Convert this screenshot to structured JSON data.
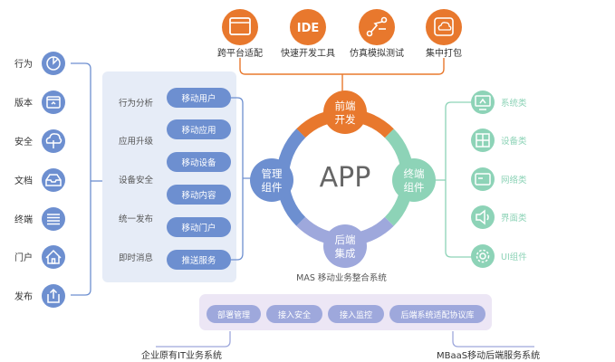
{
  "center": {
    "label": "APP",
    "top": [
      "前端",
      "开发"
    ],
    "right": [
      "终端",
      "组件"
    ],
    "bottom": [
      "后端",
      "集成"
    ],
    "left": [
      "管理",
      "组件"
    ]
  },
  "top_tools": [
    {
      "label": "跨平台适配",
      "icon": "browser-window-icon"
    },
    {
      "label": "快速开发工具",
      "icon": "ide-icon",
      "icon_text": "IDE"
    },
    {
      "label": "仿真模拟测试",
      "icon": "route-test-icon"
    },
    {
      "label": "集中打包",
      "icon": "cloud-package-icon"
    }
  ],
  "left_icons": [
    {
      "label": "行为",
      "icon": "pie-chart-icon"
    },
    {
      "label": "版本",
      "icon": "version-icon"
    },
    {
      "label": "安全",
      "icon": "cloud-shield-icon"
    },
    {
      "label": "文档",
      "icon": "document-tray-icon"
    },
    {
      "label": "终端",
      "icon": "list-icon"
    },
    {
      "label": "门户",
      "icon": "home-icon"
    },
    {
      "label": "发布",
      "icon": "share-icon"
    }
  ],
  "mgmt_labels": [
    "行为分析",
    "应用升级",
    "设备安全",
    "统一发布",
    "即时消息"
  ],
  "mgmt_pills": [
    "移动用户",
    "移动应用",
    "移动设备",
    "移动内容",
    "移动门户",
    "推送服务"
  ],
  "right_icons": [
    {
      "label": "系统类",
      "icon": "monitor-icon"
    },
    {
      "label": "设备类",
      "icon": "grid-icon"
    },
    {
      "label": "网络类",
      "icon": "card-icon"
    },
    {
      "label": "界面类",
      "icon": "speaker-icon"
    },
    {
      "label": "UI组件",
      "icon": "gear-icon"
    }
  ],
  "mas_title": "MAS 移动业务整合系统",
  "bottom_pills": [
    "部署管理",
    "接入安全",
    "接入监控",
    "后端系统适配协议库"
  ],
  "bottom_left_label": "企业原有IT业务系统",
  "bottom_right_label": "MBaaS移动后端服务系统",
  "colors": {
    "orange": "#e8782d",
    "blue": "#6d8fd0",
    "green": "#8dd3b7",
    "lavender": "#9ea8dc",
    "panel": "#e6ecf7",
    "bottom_panel": "#ece6f5"
  }
}
